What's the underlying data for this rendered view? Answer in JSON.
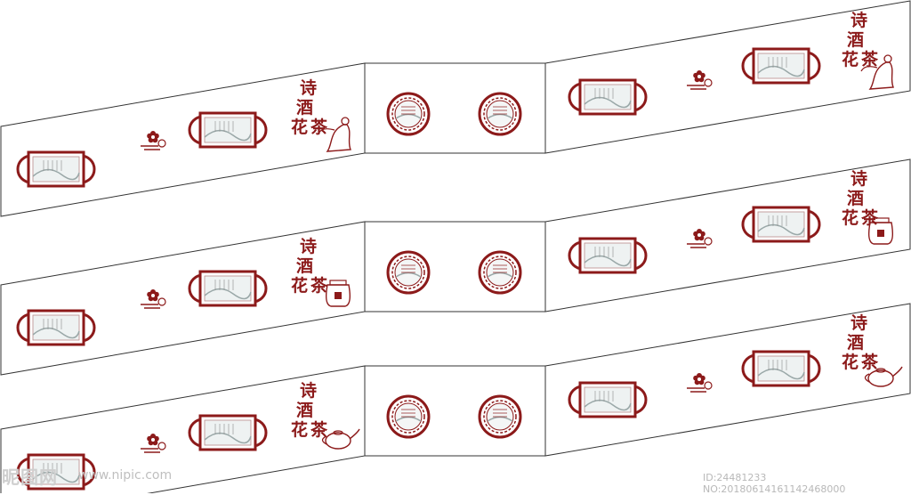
{
  "theme": {
    "accent": "#8c1a1a",
    "line": "#333333",
    "panel_bg": "#ffffff",
    "page_bg": "#ffffff"
  },
  "motif": {
    "characters": [
      "诗",
      "酒",
      "花",
      "茶"
    ],
    "icons": [
      "window-panel-icon",
      "plum-blossom-cloud-icon",
      "round-medallion-icon",
      "fairy-figure-icon",
      "tea-jar-icon",
      "teapot-icon"
    ]
  },
  "rows": [
    {
      "name": "top",
      "accent_figure": "fairy-figure-icon"
    },
    {
      "name": "middle",
      "accent_figure": "tea-jar-icon"
    },
    {
      "name": "bottom",
      "accent_figure": "teapot-icon"
    }
  ],
  "watermark": {
    "logo": "昵图网",
    "url": "www.nipic.com",
    "id_text": "ID:24481233 NO:20180614161142468000"
  }
}
